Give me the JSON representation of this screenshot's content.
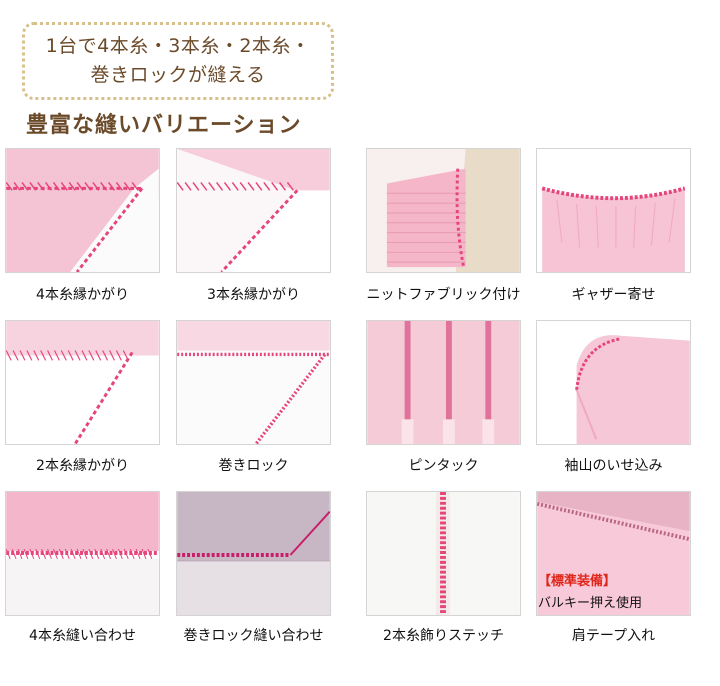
{
  "banner": {
    "line1": "1台で4本糸・3本糸・2本糸・",
    "line2": "巻きロックが縫える"
  },
  "heading": "豊富な縫いバリエーション",
  "samples": [
    {
      "label": "4本糸縁かがり"
    },
    {
      "label": "3本糸縁かがり"
    },
    {
      "label": "ニットファブリック付け"
    },
    {
      "label": "ギャザー寄せ"
    },
    {
      "label": "2本糸縁かがり"
    },
    {
      "label": "巻きロック"
    },
    {
      "label": "ピンタック"
    },
    {
      "label": "袖山のいせ込み"
    },
    {
      "label": "4本糸縫い合わせ"
    },
    {
      "label": "巻きロック縫い合わせ"
    },
    {
      "label": "2本糸飾りステッチ"
    },
    {
      "label": "肩テープ入れ"
    }
  ],
  "badge": {
    "title": "【標準装備】",
    "subtitle": "バルキー押え使用"
  },
  "colors": {
    "brown": "#6b4a2a",
    "dotted_border": "#d8c08a",
    "thread_pink": "#e6457a",
    "fabric_pink": "#f3bcd0",
    "accent_red": "#e0261b"
  }
}
